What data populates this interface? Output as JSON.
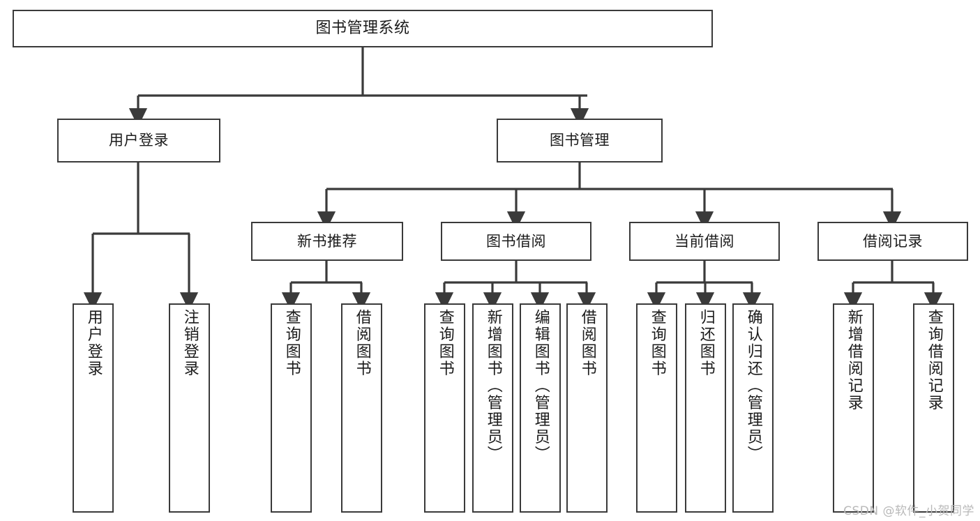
{
  "diagram": {
    "title": "图书管理系统",
    "watermark": "CSDN @软件_小贺同学",
    "type": "tree",
    "line_color": "#3a3a3a",
    "box_fill": "#ffffff",
    "text_color": "#1b1b1b",
    "nodes": {
      "root": "图书管理系统",
      "level2": {
        "user_login": "用户登录",
        "book_manage": "图书管理"
      },
      "level3": {
        "new_book_recommend": "新书推荐",
        "book_borrow": "图书借阅",
        "current_borrow": "当前借阅",
        "borrow_record": "借阅记录"
      },
      "leaves": {
        "user_login_children": [
          "用户登录",
          "注销登录"
        ],
        "new_book_recommend_children": [
          "查询图书",
          "借阅图书"
        ],
        "book_borrow_children": [
          "查询图书",
          "新增图书（管理员）",
          "编辑图书（管理员）",
          "借阅图书"
        ],
        "current_borrow_children": [
          "查询图书",
          "归还图书",
          "确认归还（管理员）"
        ],
        "borrow_record_children": [
          "新增借阅记录",
          "查询借阅记录"
        ]
      }
    }
  }
}
